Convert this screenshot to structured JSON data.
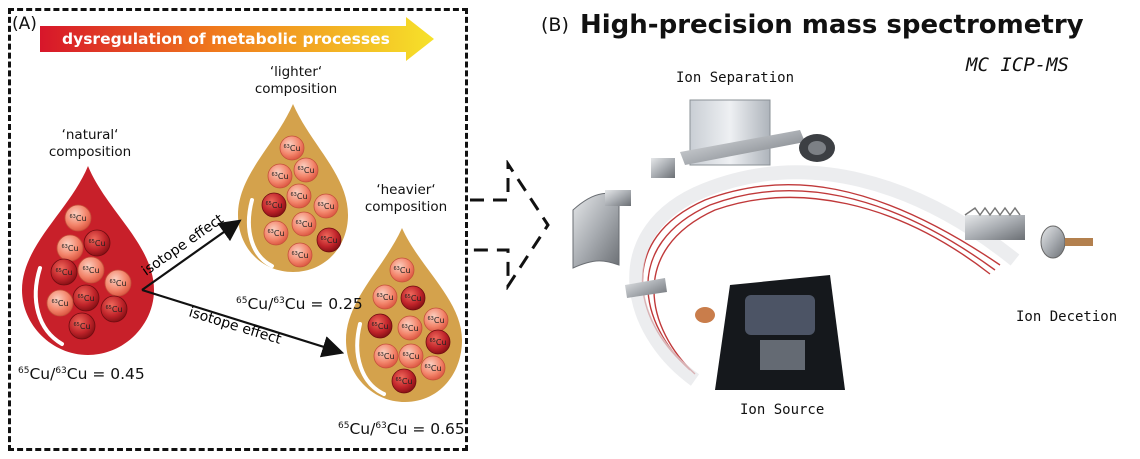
{
  "panel_a": {
    "label": "(A)",
    "banner": "dysregulation of metabolic processes",
    "natural": {
      "caption_line1": "‘natural‘",
      "caption_line2": "composition",
      "ratio_pre": "Cu/",
      "ratio_post": "Cu = 0.45"
    },
    "lighter": {
      "caption_line1": "‘lighter‘",
      "caption_line2": "composition",
      "ratio_pre": "Cu/",
      "ratio_post": "Cu = 0.25"
    },
    "heavier": {
      "caption_line1": "‘heavier‘",
      "caption_line2": "composition",
      "ratio_pre": "Cu/",
      "ratio_post": "Cu = 0.65"
    },
    "sup65": "65",
    "sup63": "63",
    "isotope_effect_upper": "isotope effect",
    "isotope_effect_lower": "isotope effect",
    "atom_label": "Cu",
    "colors": {
      "red_drop": "#c8202a",
      "gold_drop": "#d4a24c",
      "light_atom": "#f0826a",
      "dark_atom": "#b81c22"
    }
  },
  "panel_b": {
    "label": "(B)",
    "title": "High-precision mass spectrometry",
    "subtitle": "MC ICP-MS",
    "ion_separation": "Ion Separation",
    "ion_detection": "Ion Decetion",
    "ion_source": "Ion Source"
  }
}
